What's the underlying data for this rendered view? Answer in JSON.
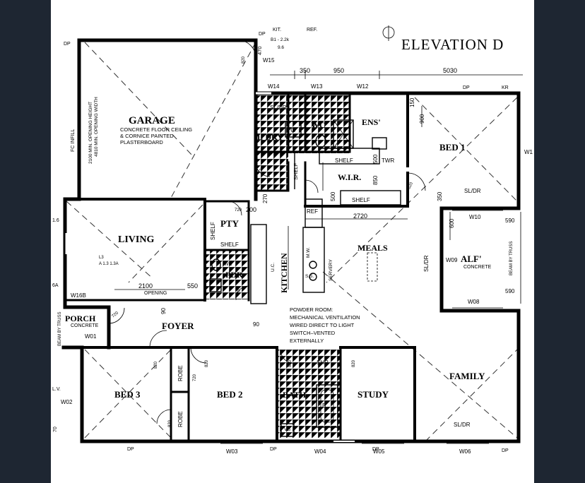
{
  "title": "ELEVATION D",
  "rooms": {
    "garage": "GARAGE",
    "garage_note": [
      "CONCRETE FLOOR CEILING",
      "& CORNICE PAINTED",
      "PLASTERBOARD"
    ],
    "garage_opening": [
      "2100 MIN. OPENING HEIGHT",
      "4810 MIN. OPENING WIDTH"
    ],
    "fc_infill": "FC INFILL",
    "laundry": "L'DRY",
    "wc": "WC",
    "ensuite": "ENS'",
    "bed1": "BED 1",
    "wir": "W.I.R.",
    "living": "LIVING",
    "pantry": "PTY",
    "kitchen": "KITCHEN",
    "meals": "MEALS",
    "alfresco": "ALF'",
    "alfresco_note": "CONCRETE",
    "powder": "PDR",
    "powder_wc": "WC",
    "foyer": "FOYER",
    "porch": "PORCH",
    "porch_note": "CONCRETE",
    "bed3": "BED 3",
    "bed2": "BED 2",
    "bath": "BATH",
    "study": "STUDY",
    "family": "FAMILY",
    "robe": "ROBE",
    "shelf": "SHELF",
    "twr": "TWR",
    "ref": "REF",
    "servery": "SERVERY",
    "mw": "M.W.",
    "ss": "S.S.",
    "uc": "U.C.",
    "shr": "SHR",
    "bath_b": "B.",
    "vb": "VB",
    "kit": "KIT.",
    "ref_top": "REF.",
    "dp": "DP",
    "kr": "KR"
  },
  "windows": [
    "W15",
    "W14",
    "W13",
    "W12",
    "W1",
    "W10",
    "W09",
    "W08",
    "W16B",
    "W01",
    "W02",
    "W03",
    "W04",
    "W05",
    "W06"
  ],
  "dimensions": {
    "top": [
      "350",
      "950",
      "5030"
    ],
    "d470": "470",
    "d_b1": "B1 - 2.2k",
    "d_96": "9.6",
    "d150": "150",
    "d900": "900",
    "d500a": "500",
    "d850": "850",
    "d500b": "500",
    "d270": "270",
    "d200": "200",
    "d2720": "2720",
    "d350": "350",
    "d600": "600",
    "d590a": "590",
    "d590b": "590",
    "d2100": "2100",
    "opening": "OPENING",
    "d550": "550",
    "d90a": "90",
    "d90b": "90",
    "d16": "1.6",
    "d6a": "6A",
    "lv": "L.V.",
    "d70": "70",
    "sl_dr": "SL/DR",
    "beam_truss": "BEAM BY TRUSS",
    "lintel": [
      "L3",
      "A 1.3 1.3A"
    ],
    "door_sizes": [
      "820",
      "820",
      "720",
      "720",
      "820",
      "820",
      "720",
      "820",
      "820",
      "820",
      "820",
      "720"
    ]
  },
  "notes": [
    "POWDER ROOM:",
    "MECHANICAL VENTILATION",
    "WIRED DIRECT TO LIGHT",
    "SWITCH–VENTED",
    "EXTERNALLY"
  ]
}
